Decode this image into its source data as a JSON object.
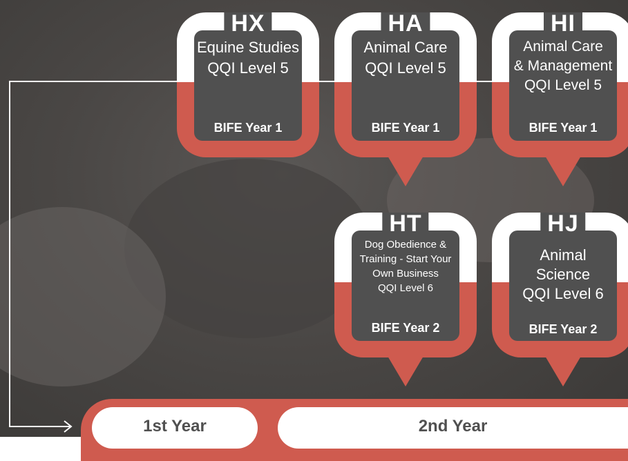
{
  "courses": [
    {
      "code": "HX",
      "desc": [
        "Equine Studies",
        "QQI Level 5"
      ],
      "year": "BIFE Year 1"
    },
    {
      "code": "HA",
      "desc": [
        "Animal Care",
        "QQI Level 5"
      ],
      "year": "BIFE Year 1"
    },
    {
      "code": "HI",
      "desc": [
        "Animal Care",
        "& Management",
        "QQI Level 5"
      ],
      "year": "BIFE Year 1"
    },
    {
      "code": "HT",
      "desc": [
        "Dog Obedience  &",
        "Training - Start Your",
        "Own Business",
        "QQI Level 6"
      ],
      "year": "BIFE Year 2"
    },
    {
      "code": "HJ",
      "desc": [
        "Animal",
        "Science",
        "QQI Level 6"
      ],
      "year": "BIFE Year 2"
    }
  ],
  "timeline": {
    "first_year": "1st Year",
    "second_year": "2nd Year"
  },
  "colors": {
    "accent_red": "#cf5b4f",
    "card_dark": "#505050",
    "white": "#ffffff"
  }
}
